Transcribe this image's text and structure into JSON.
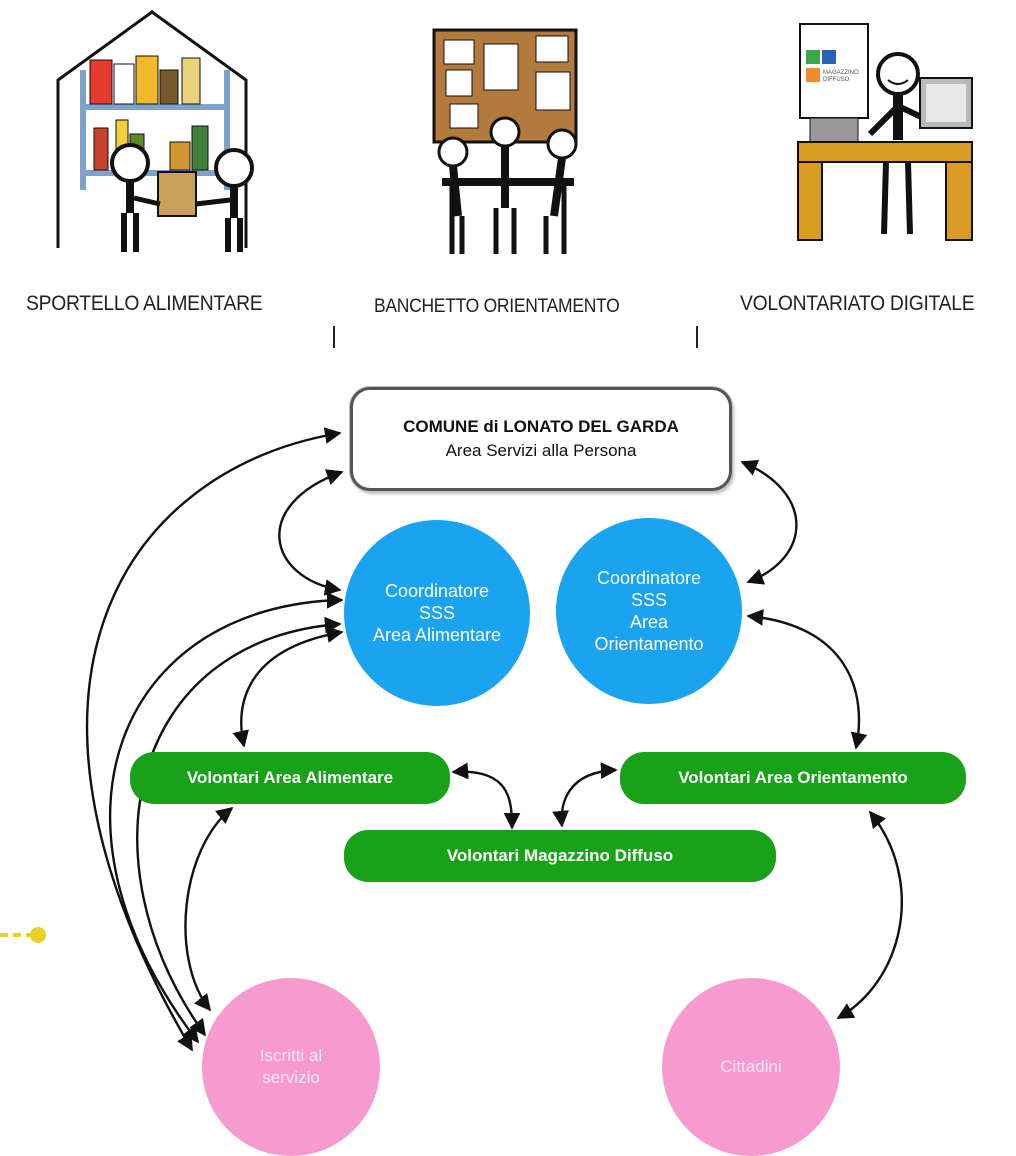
{
  "captions": {
    "sportello": "SPORTELLO ALIMENTARE",
    "banchetto": "BANCHETTO ORIENTAMENTO",
    "volontariato": "VOLONTARIATO DIGITALE"
  },
  "comune": {
    "line1": "COMUNE di LONATO DEL GARDA",
    "line2": "Area Servizi alla Persona"
  },
  "coord_alimentare": [
    "Coordinatore",
    "SSS",
    "Area Alimentare"
  ],
  "coord_orientamento": [
    "Coordinatore",
    "SSS",
    "Area",
    "Orientamento"
  ],
  "volontari_alimentare": "Volontari Area Alimentare",
  "volontari_orientamento": "Volontari Area Orientamento",
  "volontari_magazzino": "Volontari Magazzino Diffuso",
  "iscritti": [
    "Iscritti al",
    "servizio"
  ],
  "cittadini": "Cittadini",
  "computer_sign": [
    "MAGAZZINO",
    "DIFFUSO"
  ],
  "colors": {
    "blue_node": "#1aa3f0",
    "green_node": "#1aa11a",
    "pink_node": "#f79ad0",
    "desk": "#d99b21",
    "pin": "#f2dc3a"
  }
}
